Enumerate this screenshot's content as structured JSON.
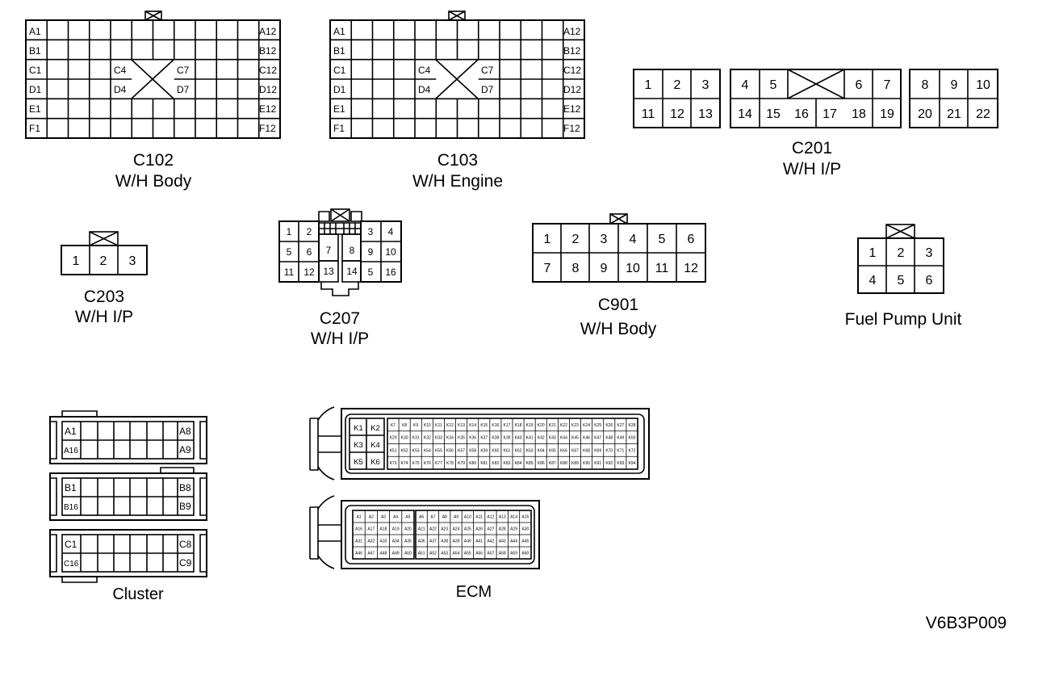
{
  "figure_code": "V6B3P009",
  "connectors": {
    "c102": {
      "name": "C102",
      "desc": "W/H Body",
      "left_labels": [
        "A1",
        "B1",
        "C1",
        "D1",
        "E1",
        "F1"
      ],
      "right_labels": [
        "A12",
        "B12",
        "C12",
        "D12",
        "E12",
        "F12"
      ],
      "inner_labels": [
        "C4",
        "D4",
        "C7",
        "D7"
      ]
    },
    "c103": {
      "name": "C103",
      "desc": "W/H Engine",
      "left_labels": [
        "A1",
        "B1",
        "C1",
        "D1",
        "E1",
        "F1"
      ],
      "right_labels": [
        "A12",
        "B12",
        "C12",
        "D12",
        "E12",
        "F12"
      ],
      "inner_labels": [
        "C4",
        "D4",
        "C7",
        "D7"
      ]
    },
    "c201": {
      "name": "C201",
      "desc": "W/H I/P",
      "pins": [
        "1",
        "2",
        "3",
        "11",
        "12",
        "13",
        "4",
        "5",
        "6",
        "7",
        "14",
        "15",
        "16",
        "17",
        "18",
        "19",
        "8",
        "9",
        "10",
        "20",
        "21",
        "22"
      ]
    },
    "c203": {
      "name": "C203",
      "desc": "W/H I/P",
      "pins": [
        "1",
        "2",
        "3"
      ]
    },
    "c207": {
      "name": "C207",
      "desc": "W/H I/P",
      "pins": [
        "1",
        "2",
        "5",
        "6",
        "11",
        "12",
        "7",
        "13",
        "8",
        "14",
        "3",
        "4",
        "9",
        "10",
        "5",
        "16"
      ]
    },
    "c901": {
      "name": "C901",
      "desc": "W/H Body",
      "pins": [
        "1",
        "2",
        "3",
        "4",
        "5",
        "6",
        "7",
        "8",
        "9",
        "10",
        "11",
        "12"
      ]
    },
    "fuel_pump": {
      "name": "Fuel Pump Unit",
      "pins": [
        "1",
        "2",
        "3",
        "4",
        "5",
        "6"
      ]
    },
    "cluster": {
      "name": "Cluster",
      "pins": [
        "A1",
        "A8",
        "A16",
        "A9",
        "B1",
        "B8",
        "B16",
        "B9",
        "C1",
        "C8",
        "C16",
        "C9"
      ]
    },
    "ecm": {
      "name": "ECM",
      "k_block": [
        "K1",
        "K2",
        "K3",
        "K4",
        "K5",
        "K6"
      ],
      "k_rows": [
        [
          "K7",
          "K8",
          "K9",
          "K10",
          "K11",
          "K12",
          "K13",
          "K14",
          "K15",
          "K16",
          "K17",
          "K18",
          "K19",
          "K20",
          "K21",
          "K22",
          "K23",
          "K24",
          "K25",
          "K26",
          "K27",
          "K28"
        ],
        [
          "K29",
          "K30",
          "K31",
          "K32",
          "K33",
          "K34",
          "K35",
          "K36",
          "K37",
          "K38",
          "K39",
          "K40",
          "K41",
          "K42",
          "K43",
          "K44",
          "K45",
          "K46",
          "K47",
          "K48",
          "K49",
          "K50"
        ],
        [
          "K51",
          "K52",
          "K53",
          "K54",
          "K55",
          "K56",
          "K57",
          "K58",
          "K59",
          "K60",
          "K61",
          "K62",
          "K63",
          "K64",
          "K65",
          "K66",
          "K67",
          "K68",
          "K69",
          "K70",
          "K71",
          "K72"
        ],
        [
          "K73",
          "K74",
          "K75",
          "K76",
          "K77",
          "K78",
          "K79",
          "K80",
          "K81",
          "K82",
          "K83",
          "K84",
          "K85",
          "K86",
          "K87",
          "K88",
          "K89",
          "K90",
          "K91",
          "K92",
          "K93",
          "K94"
        ]
      ],
      "a_rows": [
        [
          "A1",
          "A2",
          "A3",
          "A4",
          "A5",
          "A6",
          "A7",
          "A8",
          "A9",
          "A10",
          "A11",
          "A12",
          "A13",
          "A14",
          "A15"
        ],
        [
          "A16",
          "A17",
          "A18",
          "A19",
          "A20",
          "A21",
          "A22",
          "A23",
          "A24",
          "A25",
          "A26",
          "A27",
          "A28",
          "A29",
          "A30"
        ],
        [
          "A31",
          "A32",
          "A33",
          "A34",
          "A35",
          "A36",
          "A37",
          "A38",
          "A39",
          "A40",
          "A41",
          "A42",
          "A43",
          "A44",
          "A45"
        ],
        [
          "A46",
          "A47",
          "A48",
          "A49",
          "A50",
          "A51",
          "A52",
          "A53",
          "A54",
          "A55",
          "A56",
          "A57",
          "A58",
          "A59",
          "A60"
        ]
      ]
    }
  }
}
